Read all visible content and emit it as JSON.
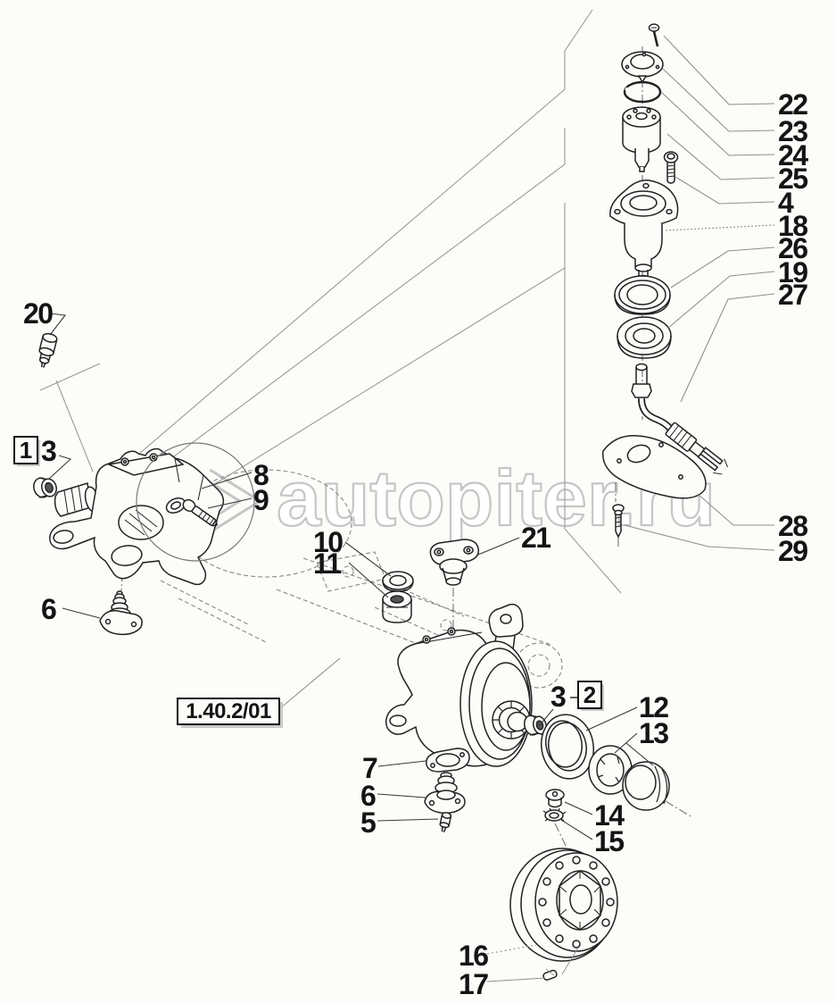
{
  "watermark": {
    "text": "autopiter.ru"
  },
  "reference": {
    "label": "1.40.2/01"
  },
  "colors": {
    "line": "#222222",
    "leader": "#8f8f8f",
    "watermark_outline": "#c6c6c6",
    "background": "#fcfcf9"
  },
  "callouts": {
    "c1": "1",
    "c2": "2",
    "c3a": "3",
    "c3b": "3",
    "c4": "4",
    "c5": "5",
    "c6a": "6",
    "c6b": "6",
    "c7": "7",
    "c8": "8",
    "c9": "9",
    "c10": "10",
    "c11": "11",
    "c12": "12",
    "c13": "13",
    "c14": "14",
    "c15": "15",
    "c16": "16",
    "c17": "17",
    "c18": "18",
    "c19": "19",
    "c20": "20",
    "c21": "21",
    "c22": "22",
    "c23": "23",
    "c24": "24",
    "c25": "25",
    "c26": "26",
    "c27": "27",
    "c28": "28",
    "c29": "29"
  }
}
